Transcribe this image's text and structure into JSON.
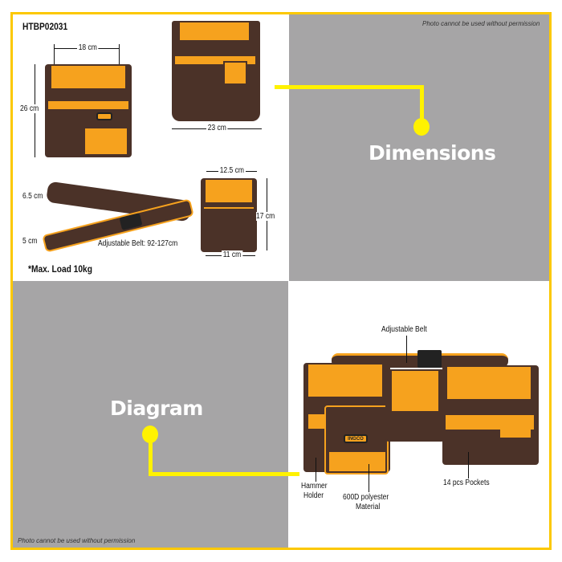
{
  "model_code": "HTBP02031",
  "watermark": "Photo cannot be used without permission",
  "dimensions": {
    "title": "Dimensions",
    "pouch_width": "18 cm",
    "pouch_height": "26 cm",
    "pouch_back_width": "23 cm",
    "belt_width_wide": "6.5 cm",
    "belt_width_narrow": "5 cm",
    "belt_length": "Adjustable Belt: 92-127cm",
    "small_pouch_top": "12.5 cm",
    "small_pouch_height": "17 cm",
    "small_pouch_bottom": "11 cm",
    "max_load": "*Max. Load 10kg"
  },
  "diagram": {
    "title": "Diagram",
    "labels": {
      "belt": "Adjustable Belt",
      "hammer_line1": "Hammer",
      "hammer_line2": "Holder",
      "material_line1": "600D polyester",
      "material_line2": "Material",
      "pockets": "14 pcs Pockets"
    }
  },
  "brand_logo": "INGCO",
  "colors": {
    "frame": "#fcc800",
    "accent": "#fff200",
    "panel": "#a6a5a6",
    "bag_orange": "#f6a21e",
    "bag_brown": "#4b3228"
  }
}
